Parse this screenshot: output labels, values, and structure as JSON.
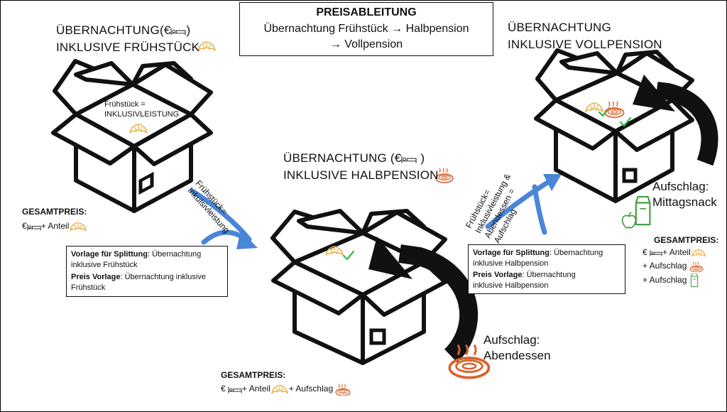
{
  "title_box": {
    "heading": "PREISABLEITUNG",
    "line1": "Übernachtung Frühstück → Halbpension",
    "line2": "→ Vollpension"
  },
  "stage1": {
    "title1": "ÜBERNACHTUNG(€",
    "title1_end": ")",
    "title2": "INKLUSIVE FRÜHSTÜCK",
    "inner1": "Frühstück =",
    "inner2": "INKLUSIVLEISTUNG",
    "total_label": "GESAMTPREIS:",
    "total_prefix": "€",
    "total_rest": "+ Anteil"
  },
  "arrow1_label": {
    "line1": "Frühstück=",
    "line2": "Inkulsivleistung"
  },
  "note1": {
    "l1_bold": "Vorlage für Splittung",
    "l1_rest": ": Übernachtung",
    "l2": "inklusive Frühstück",
    "l3_bold": "Preis Vorlage",
    "l3_rest": ": Übernachtung inklusive",
    "l4": "Frühstück"
  },
  "stage2": {
    "title1": "ÜBERNACHTUNG (€",
    "title1_end": ")",
    "title2": "INKLUSIVE HALBPENSION",
    "surcharge1": "Aufschlag:",
    "surcharge2": "Abendessen",
    "total_label": "GESAMTPREIS:",
    "total_prefix": "€",
    "total_mid": "+ Anteil",
    "total_rest": "+ Aufschlag"
  },
  "arrow2_label": {
    "line1": "Frühstück=",
    "line2": "Inklusivleistung &",
    "line3": "Abendessen =",
    "line4": "Aufschlag"
  },
  "note2": {
    "l1_bold": "Vorlage für Splittung",
    "l1_rest": ": Übernachtung",
    "l2": "inklusive Halbpension",
    "l3_bold": "Preis Vorlage",
    "l3_rest": ": Übernachtung",
    "l4": "inklusive Halbpension"
  },
  "stage3": {
    "title1": "ÜBERNACHTUNG",
    "title2": "INKLUSIVE VOLLPENSION",
    "surcharge1": "Aufschlag:",
    "surcharge2": "Mittagsnack",
    "total_label": "GESAMTPREIS:",
    "total_prefix": "€",
    "total_l1": "+ Anteil",
    "total_l2": "+ Aufschlag",
    "total_l3": "+ Aufschlag"
  },
  "colors": {
    "croissant": "#E8B24A",
    "pasta": "#D9622B",
    "check": "#2DBE4E",
    "arrow_blue": "#4A86D8",
    "snack": "#3D9A3D"
  },
  "icons": [
    "bed-icon",
    "croissant-icon",
    "pasta-icon",
    "check-icon",
    "apple-icon",
    "snack-bag-icon",
    "open-box-icon",
    "curved-arrow-icon"
  ]
}
